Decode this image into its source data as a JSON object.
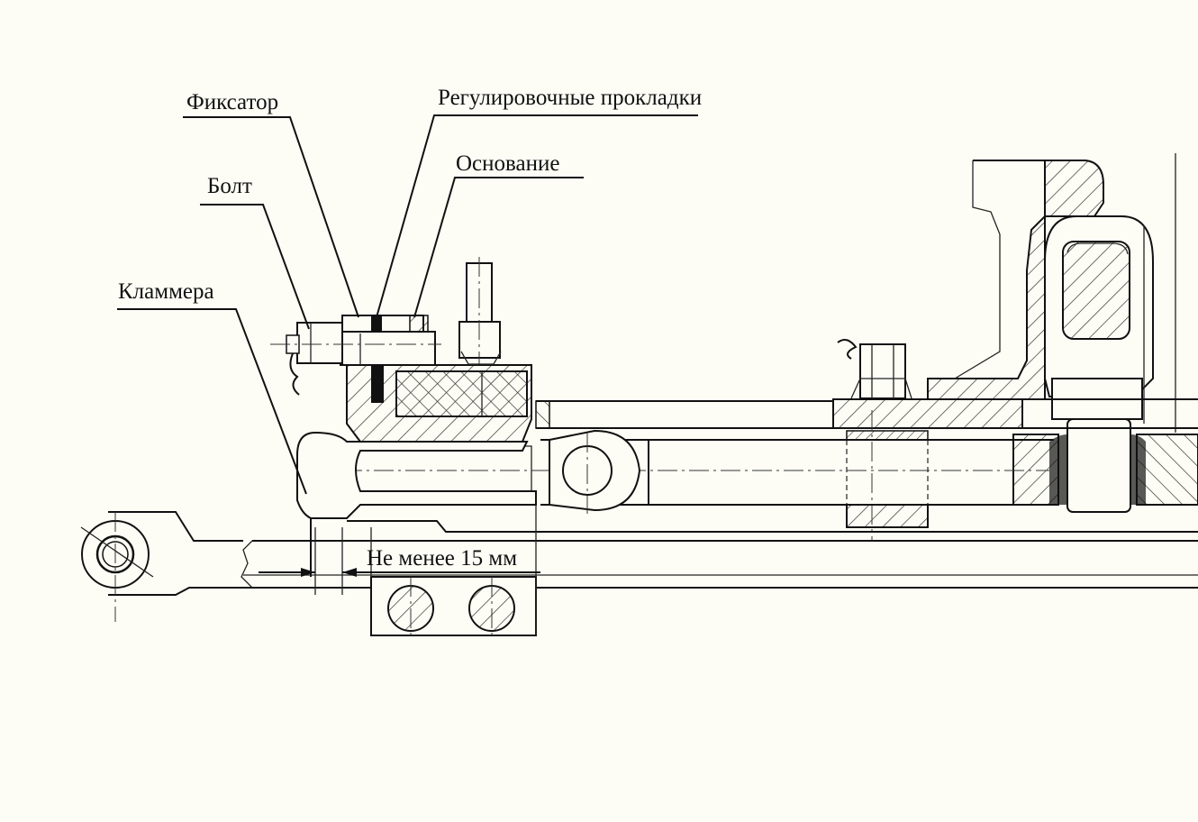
{
  "labels": {
    "fixator": "Фиксатор",
    "shims": "Регулировочные прокладки",
    "base": "Основание",
    "bolt": "Болт",
    "clamp": "Кламмера",
    "dimension": "Не менее 15 мм"
  },
  "colors": {
    "background": "#fdfdf6",
    "line": "#111111",
    "hatch": "#333333"
  }
}
